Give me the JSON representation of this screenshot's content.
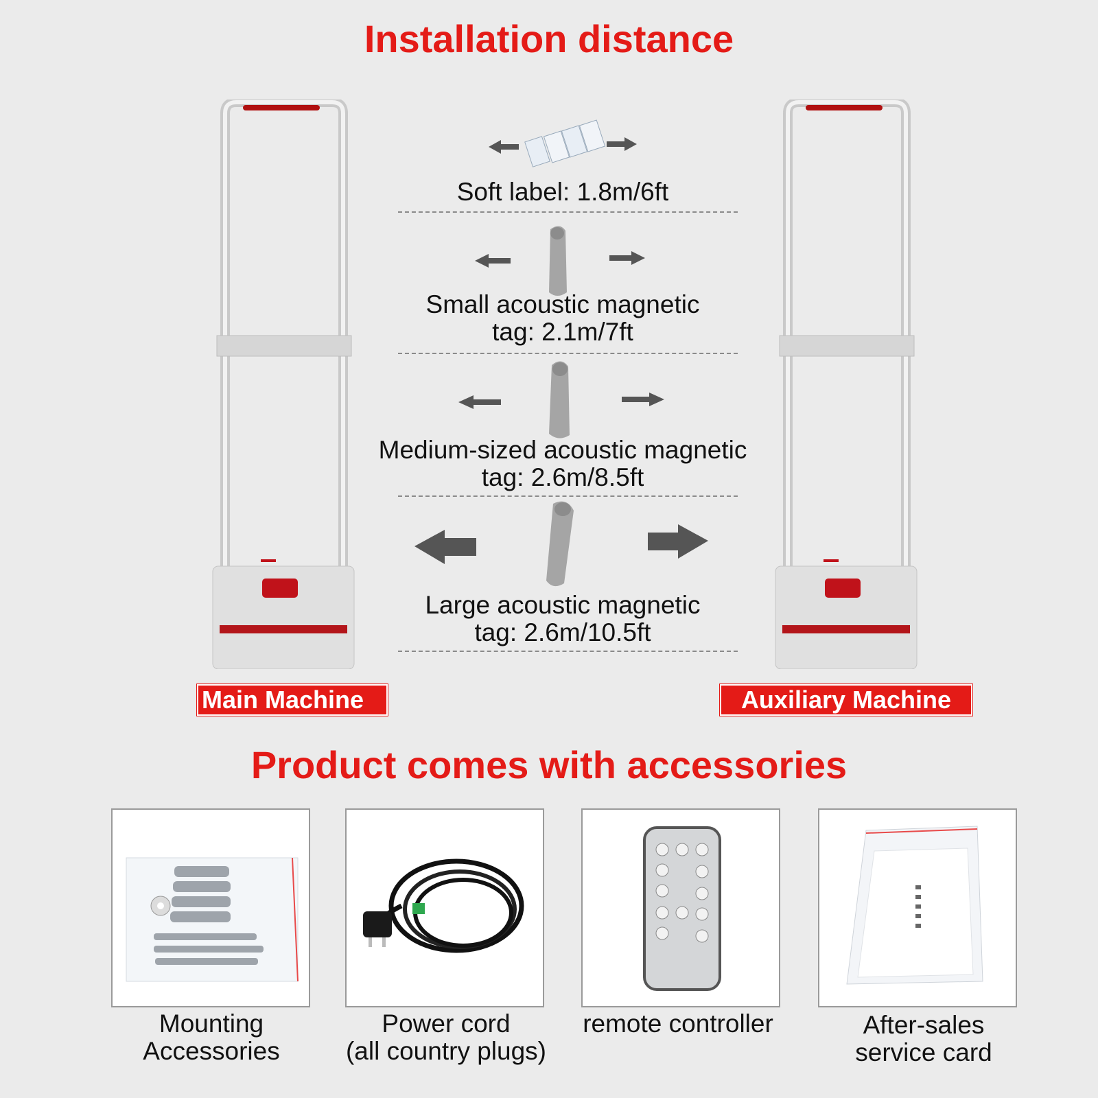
{
  "titles": {
    "installation": "Installation distance",
    "accessories": "Product comes with accessories"
  },
  "machines": {
    "main_label": "Main Machine",
    "aux_label": "Auxiliary Machine"
  },
  "distances": [
    {
      "line1": "Soft label: 1.8m/6ft",
      "line2": "",
      "icon": "soft-label-icon"
    },
    {
      "line1": "Small acoustic magnetic",
      "line2": "tag: 2.1m/7ft",
      "icon": "small-tag-icon"
    },
    {
      "line1": "Medium-sized acoustic magnetic",
      "line2": "tag: 2.6m/8.5ft",
      "icon": "medium-tag-icon"
    },
    {
      "line1": "Large acoustic magnetic",
      "line2": "tag: 2.6m/10.5ft",
      "icon": "large-tag-icon"
    }
  ],
  "accessories": [
    {
      "line1": "Mounting",
      "line2": "Accessories",
      "icon": "screws-bag-icon"
    },
    {
      "line1": "Power cord",
      "line2": "(all country plugs)",
      "icon": "power-cord-icon"
    },
    {
      "line1": "remote controller",
      "line2": "",
      "icon": "remote-control-icon"
    },
    {
      "line1": "After-sales",
      "line2": "service card",
      "icon": "service-card-icon"
    }
  ],
  "colors": {
    "accent_red": "#e41b17",
    "background": "#ebebeb",
    "arrow_gray": "#555555"
  }
}
